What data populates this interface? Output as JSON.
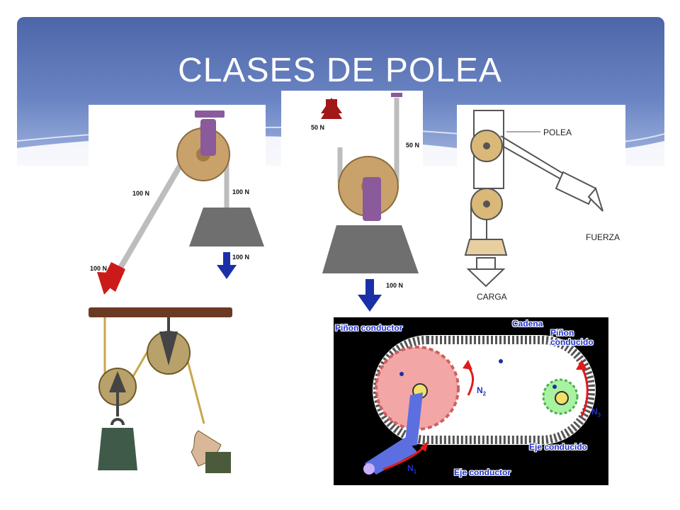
{
  "slide": {
    "title": "CLASES DE POLEA"
  },
  "fixed_pulley": {
    "rope_force_label": "100 N",
    "load_rope_label": "100 N",
    "pull_arrow_label": "100 N",
    "load_arrow_label": "100 N"
  },
  "movable_pulley": {
    "up_arrow_label": "50 N",
    "right_rope_label": "50 N",
    "load_arrow_label": "100 N"
  },
  "sketch": {
    "pulley_label": "POLEA",
    "force_label": "FUERZA",
    "load_label": "CARGA"
  },
  "chain_drive": {
    "driver_sprocket_label": "Piñon conductor",
    "chain_label": "Cadena",
    "driven_sprocket_label": "Piñon conducido",
    "driven_shaft_label": "Eje conducido",
    "driver_shaft_label": "Eje conductor",
    "n2_label": "N",
    "n2_sub": "2",
    "n3_label": "N",
    "n3_sub": "3",
    "n1_label": "N",
    "n1_sub": "1"
  },
  "colors": {
    "header": "#5a74b6",
    "force_arrow": "#cc1a1a",
    "load_arrow": "#1a2fa8",
    "wood": "#c9a26b",
    "block": "#6f6f6f",
    "bracket": "#8a5a9a",
    "chain_label": "#2233cc"
  }
}
